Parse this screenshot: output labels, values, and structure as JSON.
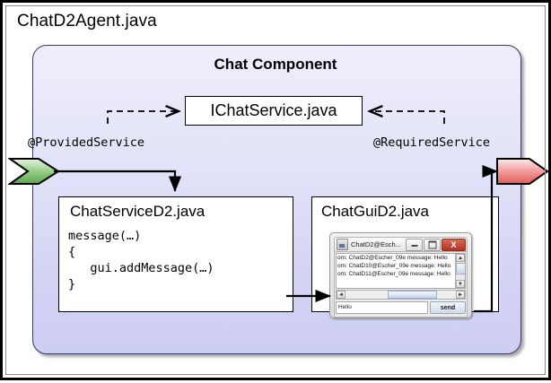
{
  "diagram": {
    "title": "ChatD2Agent.java",
    "component_title": "Chat Component",
    "interface_box": "IChatService.java",
    "annotations": {
      "provided": "@ProvidedService",
      "required": "@RequiredService"
    },
    "ports": {
      "provided_color": "#7cc47c",
      "required_color": "#f08080"
    }
  },
  "service_box": {
    "title": "ChatServiceD2.java",
    "code": "message(…)\n{\n   gui.addMessage(…)\n}"
  },
  "gui_box": {
    "title": "ChatGuiD2.java"
  },
  "chat_window": {
    "title": "ChatD2@Esch...",
    "buttons": {
      "minimize": "—",
      "maximize": "□",
      "close": "X"
    },
    "messages": [
      "om: ChatD2@Escher_09e message: Hello",
      "om: ChatD10@Escher_09e message: Hello",
      "om: ChatD11@Escher_09e message: Hello"
    ],
    "scroll_arrows": {
      "up": "▲",
      "down": "▼",
      "left": "◄",
      "right": "►"
    },
    "input_value": "Hello",
    "send_label": "send"
  }
}
